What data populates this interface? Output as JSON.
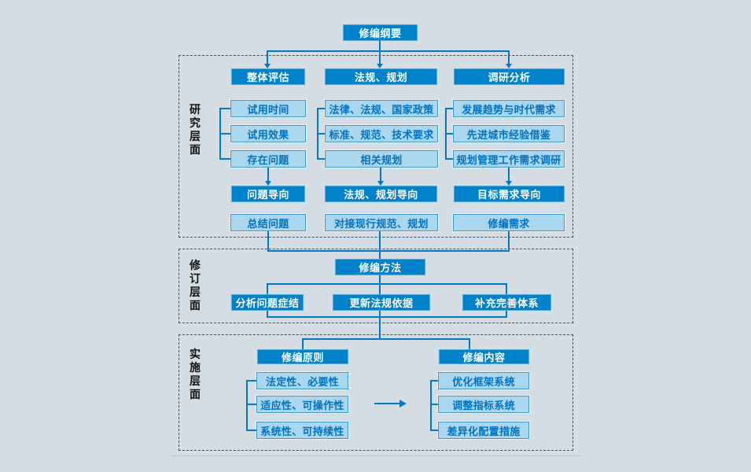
{
  "page": {
    "background": "#d4dde3"
  },
  "colors": {
    "box_dark": "#0082ca",
    "box_light_fill": "#abd7ee",
    "box_light_border": "#3d97cf",
    "box_light_text": "#0072c1",
    "connector": "#0079c8",
    "section_border_dashed": "#4a4a4a",
    "section_label": "#111111"
  },
  "flow": {
    "root": "修编纲要",
    "research": {
      "label": "研究层面",
      "columns": [
        {
          "header": "整体评估",
          "items": [
            "试用时间",
            "试用效果",
            "存在问题"
          ],
          "orientation": "问题导向",
          "result": "总结问题"
        },
        {
          "header": "法规、规划",
          "items": [
            "法律、法规、国家政策",
            "标准、规范、技术要求",
            "相关规划"
          ],
          "orientation": "法规、规划导向",
          "result": "对接现行规范、规划"
        },
        {
          "header": "调研分析",
          "items": [
            "发展趋势与时代需求",
            "先进城市经验借鉴",
            "规划管理工作需求调研"
          ],
          "orientation": "目标需求导向",
          "result": "修编需求"
        }
      ]
    },
    "revision": {
      "label": "修订层面",
      "method": "修编方法",
      "items": [
        "分析问题症结",
        "更新法规依据",
        "补充完善体系"
      ]
    },
    "implementation": {
      "label": "实施层面",
      "principles": {
        "header": "修编原则",
        "items": [
          "法定性、必要性",
          "适应性、可操作性",
          "系统性、可持续性"
        ]
      },
      "contents": {
        "header": "修编内容",
        "items": [
          "优化框架系统",
          "调整指标系统",
          "差异化配置措施"
        ]
      }
    }
  }
}
